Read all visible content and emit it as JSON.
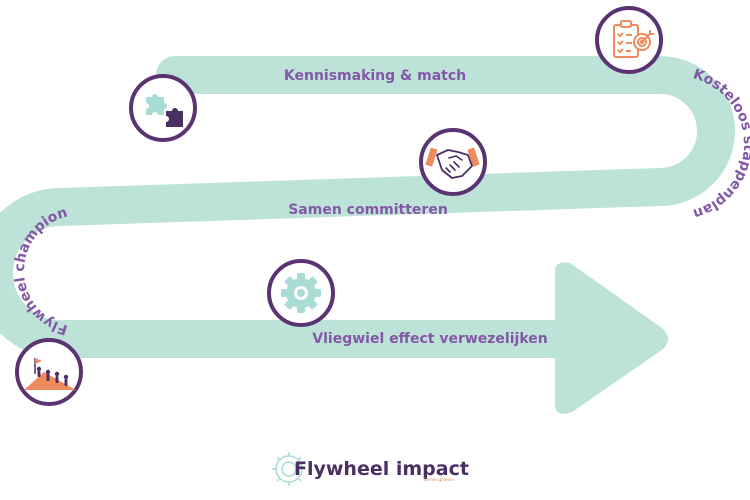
{
  "steps": {
    "kennismaking": "Kennismaking & match",
    "stappenplan": "Kosteloos stappenplan",
    "committeren": "Samen committeren",
    "champion": "Flywheel champion",
    "vliegwiel": "Vliegwiel effect verwezelijken"
  },
  "logo": {
    "name": "Flywheel impact",
    "tagline": "Samen groeien"
  },
  "icons": {
    "kennismaking": "puzzle-icon",
    "stappenplan": "clipboard-target-icon",
    "committeren": "handshake-icon",
    "champion": "team-summit-icon",
    "vliegwiel": "gear-icon",
    "logo": "gear-logo-icon"
  },
  "colors": {
    "path": "#bde3d9",
    "circle_border": "#5a3372",
    "label": "#8458a6",
    "accent_orange": "#ee8a5b",
    "gear": "#a9dcd5"
  }
}
